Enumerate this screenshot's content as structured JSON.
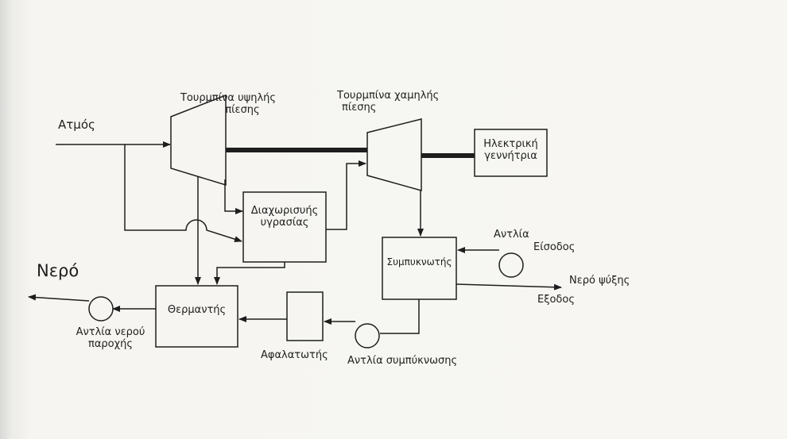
{
  "labels": {
    "steam": "Ατμός",
    "water": "Νερό",
    "hp_turbine": [
      "Τουρμπίνα υψηλής",
      "πίεσης"
    ],
    "lp_turbine": [
      "Τουρμπίνα χαμηλής",
      "πίεσης"
    ],
    "generator": [
      "Ηλεκτρική",
      "γεννήτρια"
    ],
    "moisture_separator": [
      "Διαχωρισυής",
      "υγρασίας"
    ],
    "condenser": "Συμπυκνωτής",
    "pump": "Αντλία",
    "inlet": "Είσοδος",
    "cooling_water": "Νερό ψύξης",
    "outlet": "Εξοδος",
    "heater": "Θερμαντής",
    "demineralizer": "Αφαλατωτής",
    "condensate_pump": "Αντλία συμπύκνωσης",
    "feed_pump": [
      "Αντλία νερού",
      "παροχής"
    ]
  },
  "colors": {
    "ink": "#1e1e1e",
    "paper": "#f6f5f1"
  }
}
